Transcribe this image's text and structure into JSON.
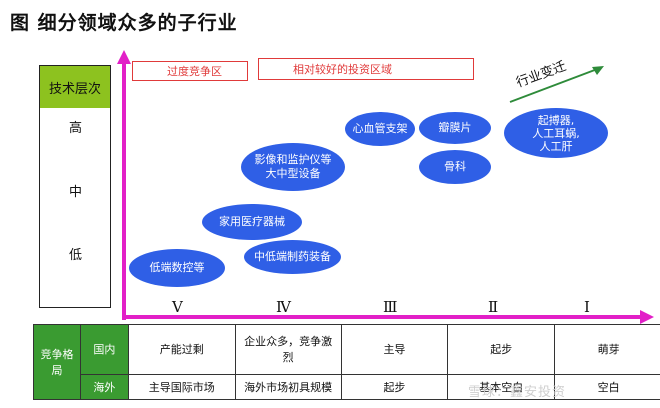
{
  "title": "图  细分领域众多的子行业",
  "tech": {
    "header": "技术层次",
    "levels": [
      "高",
      "中",
      "低"
    ]
  },
  "zones": {
    "overcompete": "过度竞争区",
    "investment": "相对较好的投资区域"
  },
  "trend_label": "行业变迁",
  "bubbles": {
    "low_cnc": "低端数控等",
    "home_medical": "家用医疗器械",
    "mid_low_pharma": [
      "中低端制药装备"
    ],
    "imaging": [
      "影像和监护仪等",
      "大中型设备"
    ],
    "cardio": "心血管支架",
    "valve": "瓣膜片",
    "bone": "骨科",
    "implants": [
      "起搏器,",
      "人工耳蜗,",
      "人工肝"
    ]
  },
  "stages": [
    "Ⅴ",
    "Ⅳ",
    "Ⅲ",
    "Ⅱ",
    "Ⅰ"
  ],
  "table": {
    "rowhead": "竞争格局",
    "domestic": "国内",
    "overseas": "海外",
    "domestic_cells": [
      "产能过剩",
      "企业众多，竞争激烈",
      "主导",
      "起步",
      "萌芽"
    ],
    "overseas_cells": [
      "主导国际市场",
      "海外市场初具规模",
      "起步",
      "基本空白",
      "空白"
    ]
  },
  "watermark": "雪球：鑫安投资",
  "colors": {
    "axis": "#e21fc7",
    "bubble": "#2f5fe6",
    "zone": "#e03a3a",
    "green": "#3a9b31",
    "tech_header": "#8dc21f",
    "trend_arrow": "#2e8b3a"
  }
}
